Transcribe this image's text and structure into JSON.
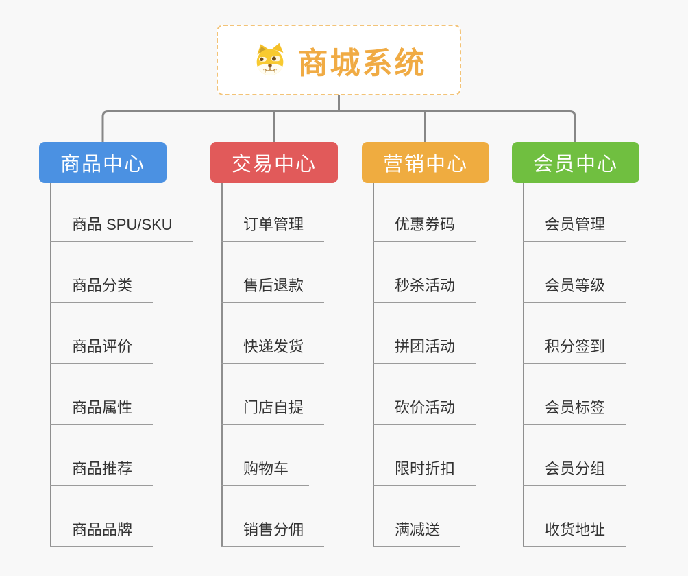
{
  "app": {
    "background_color": "#f8f8f8",
    "connector_color": "#878787",
    "underline_color": "#9b9b9b",
    "leaf_text_color": "#333333"
  },
  "root": {
    "title": "商城系统",
    "icon": "doge-icon",
    "accent_color": "#f0ab44",
    "border_color": "#f3c377"
  },
  "branches": [
    {
      "label": "商品中心",
      "color": "#4b91e2",
      "children": [
        "商品 SPU/SKU",
        "商品分类",
        "商品评价",
        "商品属性",
        "商品推荐",
        "商品品牌"
      ]
    },
    {
      "label": "交易中心",
      "color": "#e15a5a",
      "children": [
        "订单管理",
        "售后退款",
        "快递发货",
        "门店自提",
        "购物车",
        "销售分佣"
      ]
    },
    {
      "label": "营销中心",
      "color": "#efac40",
      "children": [
        "优惠券码",
        "秒杀活动",
        "拼团活动",
        "砍价活动",
        "限时折扣",
        "满减送"
      ]
    },
    {
      "label": "会员中心",
      "color": "#70bf40",
      "children": [
        "会员管理",
        "会员等级",
        "积分签到",
        "会员标签",
        "会员分组",
        "收货地址"
      ]
    }
  ]
}
